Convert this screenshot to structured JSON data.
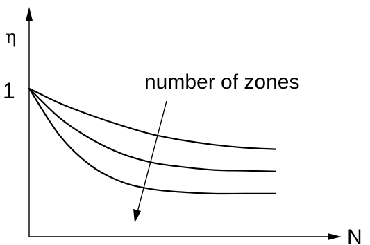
{
  "chart_data": {
    "type": "line",
    "ylabel": "η",
    "xlabel": "N",
    "y_tick_labels": [
      "1"
    ],
    "annotation": "number of zones",
    "annotation_direction": "increasing number of zones moves curves downward",
    "grid": false,
    "legend": "none",
    "series": [
      {
        "x": [
          0,
          2,
          4,
          6,
          8,
          10,
          12,
          14,
          16
        ],
        "values": [
          1.0,
          0.9,
          0.82,
          0.75,
          0.69,
          0.65,
          0.62,
          0.6,
          0.59
        ]
      },
      {
        "x": [
          0,
          2,
          4,
          6,
          8,
          10,
          12,
          14,
          16
        ],
        "values": [
          1.0,
          0.8,
          0.66,
          0.56,
          0.5,
          0.47,
          0.45,
          0.445,
          0.44
        ]
      },
      {
        "x": [
          0,
          2,
          4,
          6,
          8,
          10,
          12,
          14,
          16
        ],
        "values": [
          1.0,
          0.68,
          0.48,
          0.37,
          0.32,
          0.3,
          0.29,
          0.29,
          0.29
        ]
      }
    ],
    "xlim": [
      0,
      22
    ],
    "ylim": [
      0,
      1.55
    ],
    "line_color": "#000000",
    "background_color": "#ffffff"
  }
}
